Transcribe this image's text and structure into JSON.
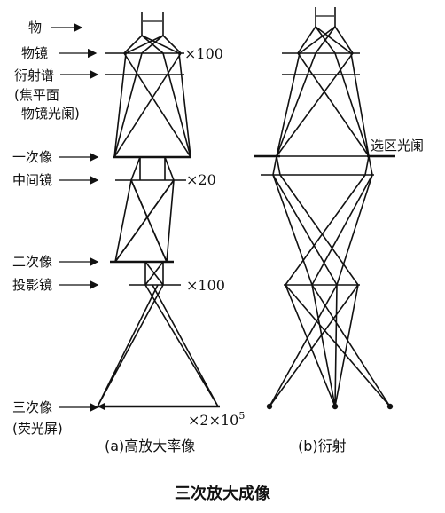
{
  "labels": {
    "object": "物",
    "objective": "物镜",
    "diffraction_spectrum": "衍射谱",
    "focal_plane_line1": "(焦平面",
    "focal_plane_line2": "物镜光阑)",
    "first_image": "一次像",
    "intermediate_lens": "中间镜",
    "second_image": "二次像",
    "projector_lens": "投影镜",
    "third_image": "三次像",
    "screen": "(荧光屏)",
    "selected_area_aperture": "选区光阑"
  },
  "magnifications": {
    "objective": "×100",
    "intermediate": "×20",
    "projector": "×100",
    "total_prefix": "×2×10",
    "total_exponent": "5"
  },
  "captions": {
    "a": "(a)高放大率像",
    "b": "(b)衍射",
    "title": "三次放大成像"
  }
}
